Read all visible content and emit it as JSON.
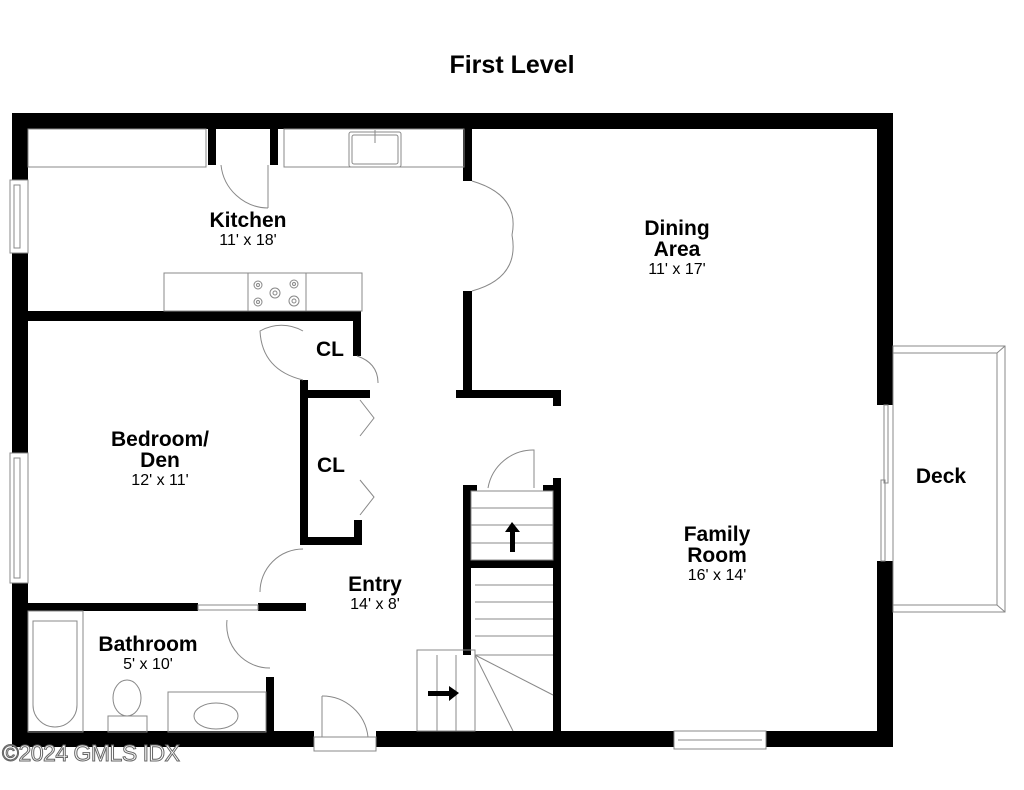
{
  "title": "First Level",
  "rooms": {
    "kitchen": {
      "name": "Kitchen",
      "dim": "11' x 18'"
    },
    "dining": {
      "name_line1": "Dining",
      "name_line2": "Area",
      "dim": "11' x 17'"
    },
    "bedroom": {
      "name_line1": "Bedroom/",
      "name_line2": "Den",
      "dim": "12' x 11'"
    },
    "closet_upper": {
      "name": "CL"
    },
    "closet_lower": {
      "name": "CL"
    },
    "entry": {
      "name": "Entry",
      "dim": "14' x 8'"
    },
    "bathroom": {
      "name": "Bathroom",
      "dim": "5' x 10'"
    },
    "family": {
      "name_line1": "Family",
      "name_line2": "Room",
      "dim": "16' x 14'"
    },
    "deck": {
      "name": "Deck"
    }
  },
  "watermark": "©2024 GMLS IDX",
  "colors": {
    "wall": "#000000",
    "fixture": "#888888",
    "background": "#ffffff"
  }
}
